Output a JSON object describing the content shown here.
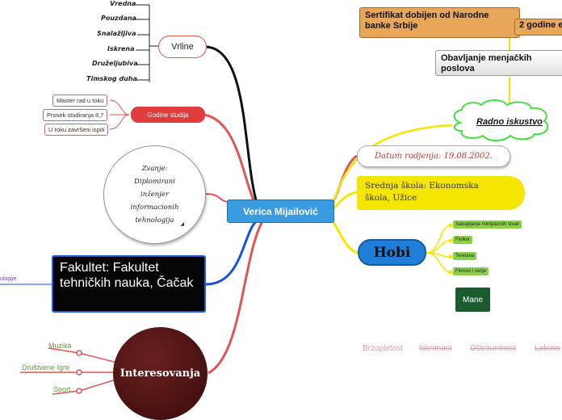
{
  "central": {
    "title": "Verica Mijailović"
  },
  "vrline": {
    "label": "Vrline",
    "items": [
      "Vredna",
      "Pouzdana",
      "Snalažljiva",
      "Iskrena",
      "Druželjubiva",
      "Timskog duha"
    ]
  },
  "godine_studija": {
    "label": "Godine studija",
    "items": [
      "Master rad u toku",
      "Prosek studiranja 8,7",
      "U roku završeni ispiti"
    ]
  },
  "zvanje": {
    "text": "Zvanje: Diplomirani inženjer informacionih tehnologija"
  },
  "fakultet": {
    "text": "Fakultet: Fakultet tehničkih nauka, Čačak",
    "side_label": "ologije"
  },
  "interesovanja": {
    "label": "Interesovanja",
    "items": [
      "Muzika",
      "Društvene Igre",
      "Sport"
    ]
  },
  "datum": {
    "text": "Datum rodjenja: 19.08.2002."
  },
  "srednja": {
    "text": "Srednja škola: Ekonomska škola, Užice"
  },
  "hobi": {
    "label": "Hobi",
    "items": [
      "Sakupljanje minijaturnih stvari",
      "Fiolkor",
      "Teretana",
      "Filmovi i serije"
    ]
  },
  "mane": {
    "label": "Mane",
    "items": [
      "Brzopletost",
      "Iskrenost",
      "Oštroumnost",
      "Lakove"
    ]
  },
  "radno": {
    "label": "Radno iskustvo",
    "items": [
      "Obavljanje menjačkih poslova",
      "Sertifikat dobijen od  Narodne banke Srbije",
      "2 godine e"
    ]
  },
  "colors": {
    "central": "#3a9be0",
    "red": "#e05555",
    "yellow": "#f5e600",
    "blue": "#1a4fe0",
    "black": "#111111",
    "hobi": "#1f7fd8",
    "mane": "#1a5c2e"
  }
}
